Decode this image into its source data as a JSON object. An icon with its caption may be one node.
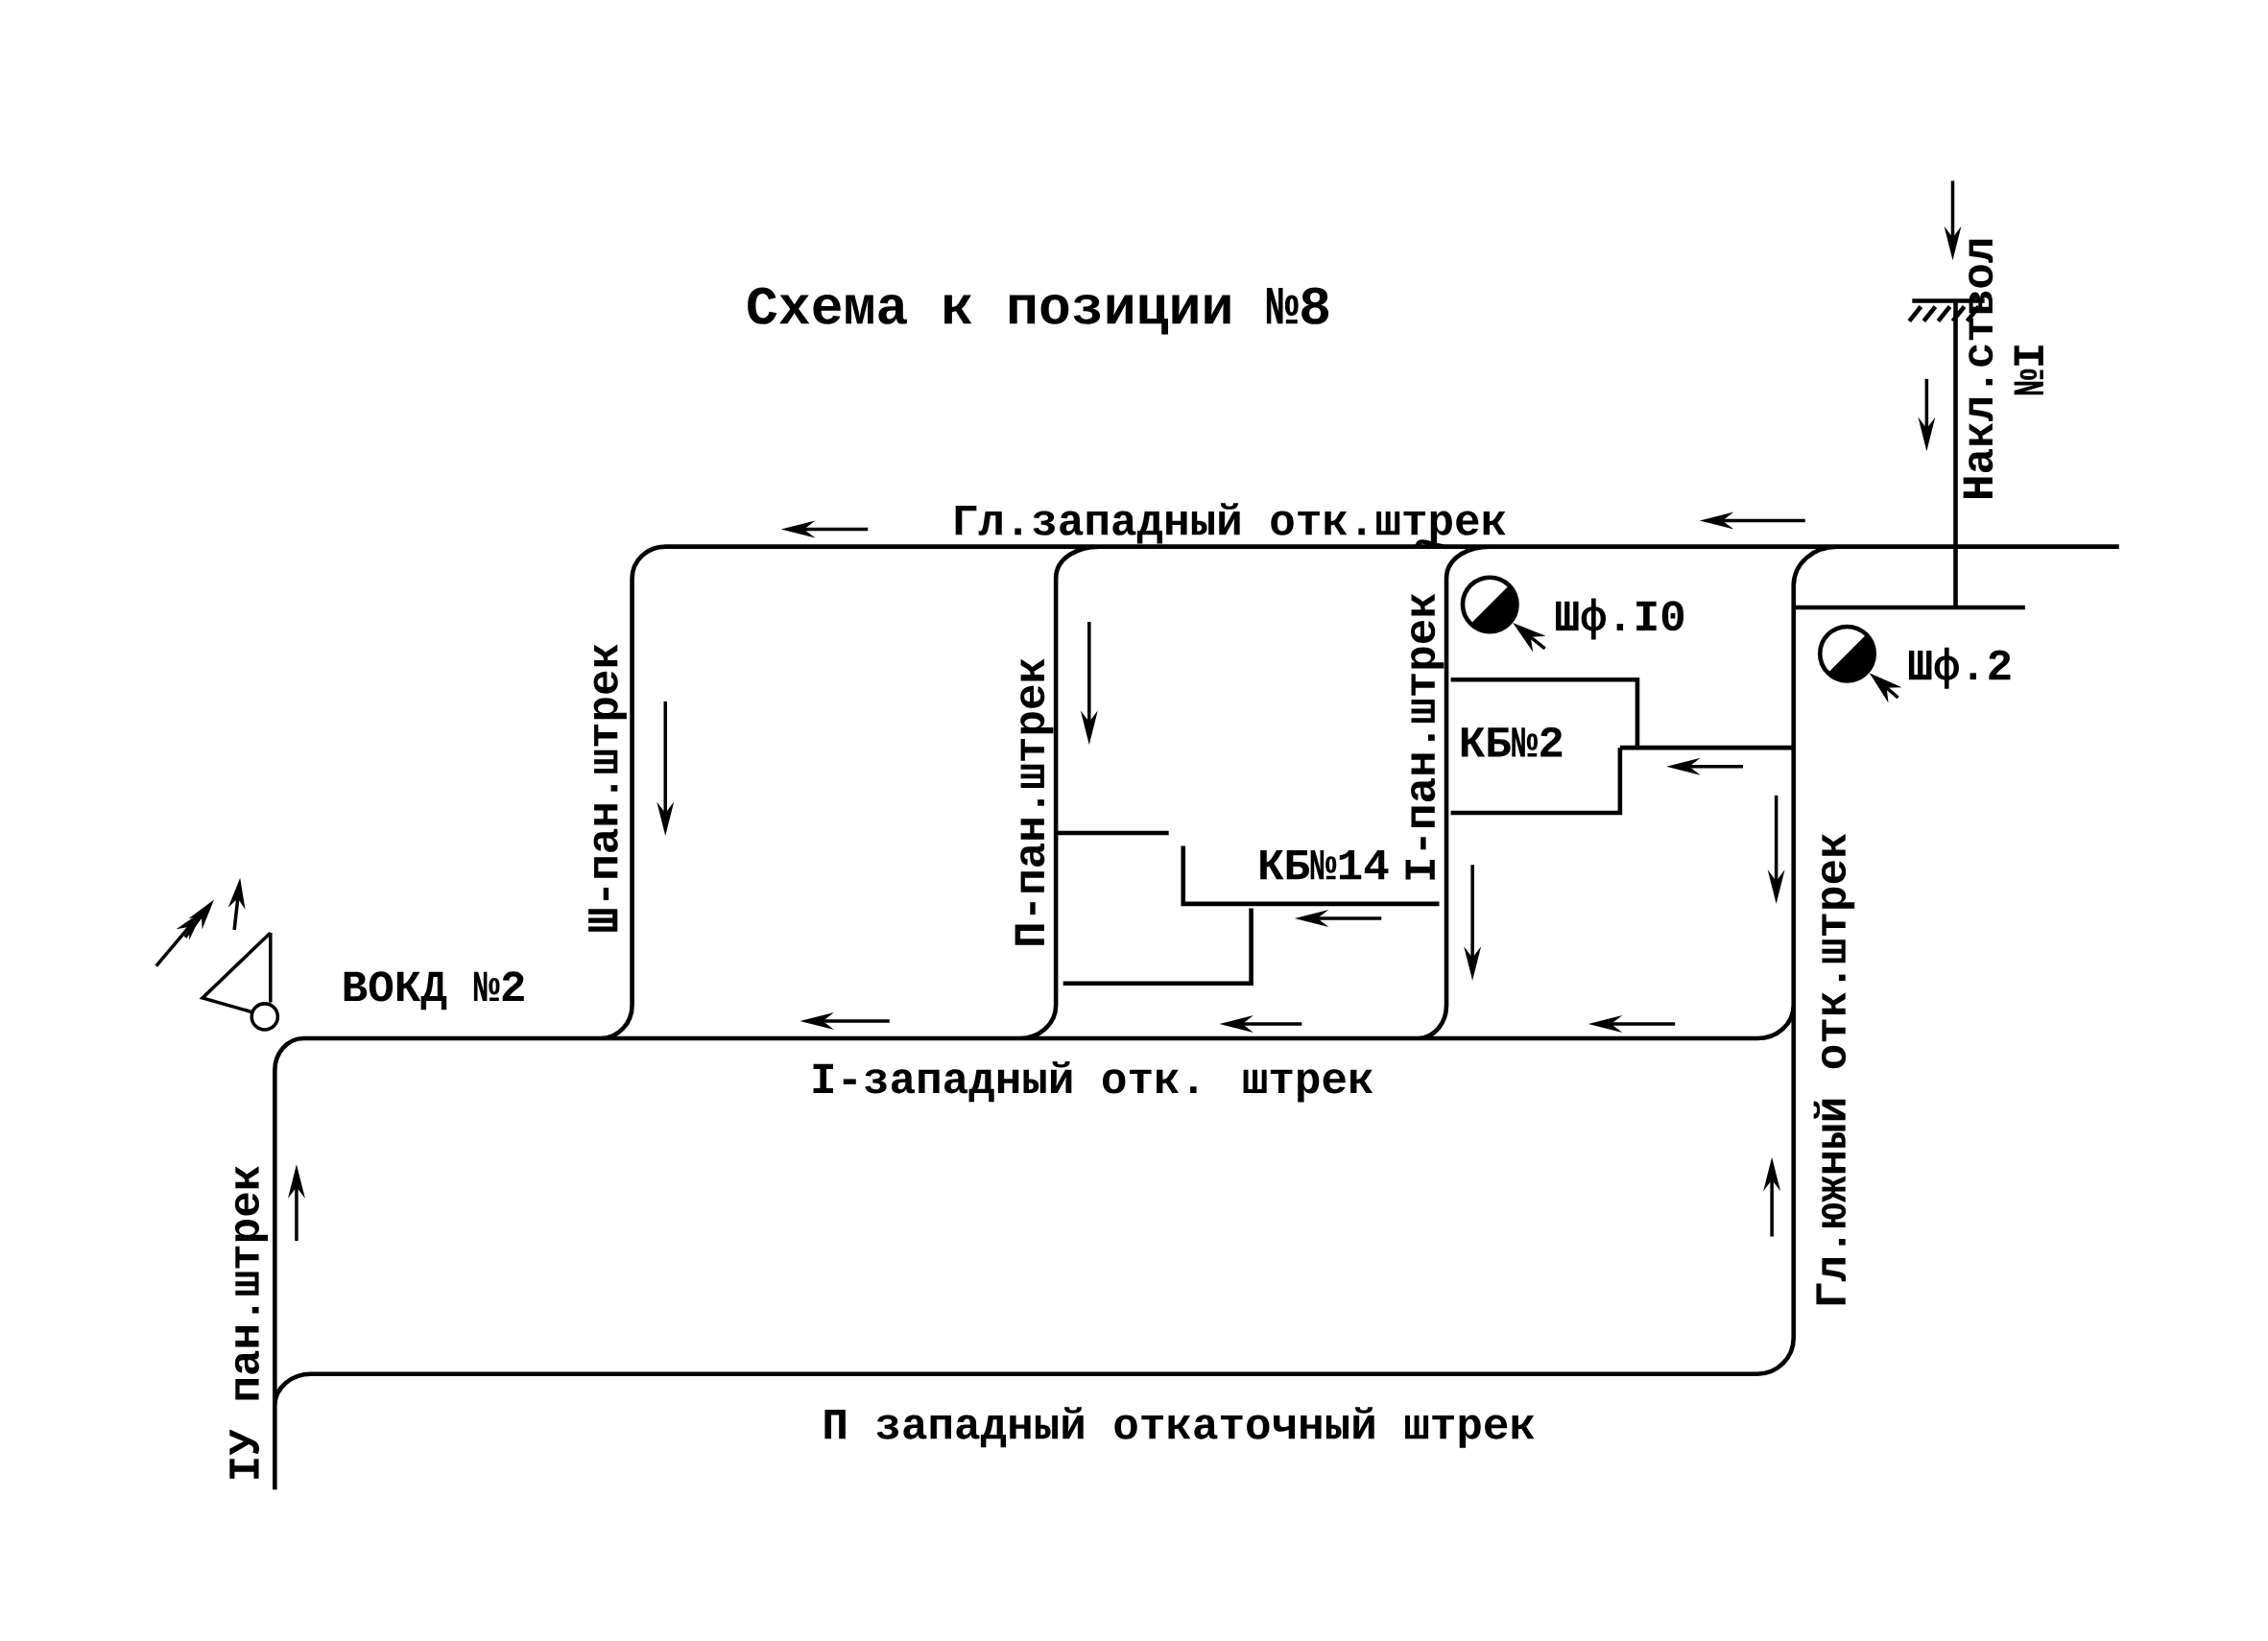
{
  "diagram": {
    "title": "Схема к позиции №8",
    "nodes": [
      {
        "text": [
          "Шф.I0"
        ]
      },
      {
        "text": [],
        "shape": "circle"
      },
      {
        "text": [
          "Шф.2"
        ]
      },
      {
        "text": [],
        "shape": "circle"
      }
    ],
    "edges": [
      {
        "from": 0,
        "to": 1,
        "arrow": "to"
      },
      {
        "from": 2,
        "to": 3,
        "arrow": "to"
      }
    ],
    "labels": [
      "Накл.ствол №I",
      "Гл.западный отк.штрек",
      "Ш-пан.штрек",
      "П-пан.штрек",
      "I-пан.штрек",
      "КБ№2",
      "КБ№14",
      "ВОКД №2",
      "I-западный отк. штрек",
      "Гл.южный отк.штрек",
      "IУ пан.штрек",
      "П западный откаточный штрек"
    ]
  }
}
